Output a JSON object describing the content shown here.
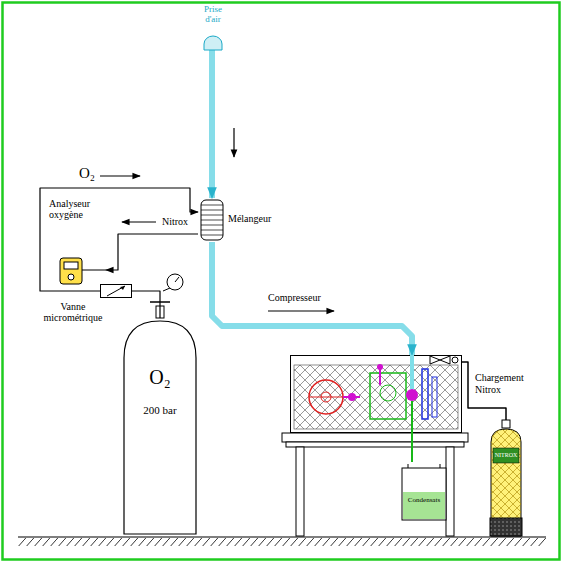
{
  "diagram": {
    "nodes": [
      {
        "text": [
          "Prise d'air"
        ]
      },
      {
        "text": [
          "Analyseur oxygène"
        ]
      },
      {
        "text": [
          "Mélangeur"
        ]
      },
      {
        "text": [
          "Vanne micrométrique"
        ]
      },
      {
        "text": [
          "O₂",
          "200 bar"
        ]
      },
      {
        "text": [
          "Compresseur"
        ]
      },
      {
        "text": [
          "Chargement Nitrox",
          "NITROX"
        ]
      },
      {
        "text": [
          "Condensats"
        ]
      }
    ],
    "edges": [
      {
        "from": 0,
        "to": 2,
        "arrow": "to"
      },
      {
        "from": 3,
        "to": 2,
        "label": "O₂",
        "arrow": "to"
      },
      {
        "from": 2,
        "to": 1,
        "label": "Nitrox",
        "arrow": "to"
      },
      {
        "from": 4,
        "to": 3,
        "arrow": "none"
      },
      {
        "from": 2,
        "to": 5,
        "arrow": "to"
      },
      {
        "from": 5,
        "to": 6,
        "arrow": "none"
      },
      {
        "from": 5,
        "to": 7,
        "arrow": "none"
      }
    ]
  }
}
